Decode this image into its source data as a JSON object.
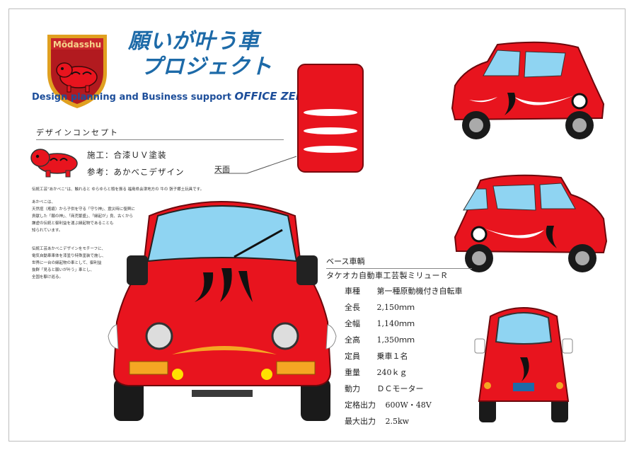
{
  "logo": {
    "brand": "Mōdasshu"
  },
  "project_title": {
    "line1": "願いが叶う車",
    "line2": "プロジェクト"
  },
  "tagline": {
    "text": "Design planning and Business support",
    "brand": "OFFICE ZERØ'S"
  },
  "concept": {
    "heading": "デザインコンセプト",
    "finish": "施工：合漆ＵＶ塗装",
    "reference": "参考：あかべこデザイン"
  },
  "top_view_label": "天面",
  "description": {
    "intro": "伝統工芸”あかべこ”は、触れると ゆらゆらと頭を振る 福島県会津地方の 牛の 張子郷土玩具です。",
    "p1": [
      "あかべこは、",
      "天然痘（疱瘡）から子供を守る「守り神」、震災時に復興に",
      "貢献した「願の神」、「商売繁盛」、「縁起が」良、古くから",
      "謙虚の伝統と御利益を運ぶ縁起物であることも",
      "知られています。"
    ],
    "p2": [
      "伝統工芸あかべこデザインをモチーフに、",
      "電気自動車車体を漆塗り特殊塗装で施し、",
      "世界に一台の縁起物の車として、御利益",
      "抜群「見ると願いが叶う」車とし、",
      "全国を駆け巡る。"
    ]
  },
  "base_vehicle": {
    "heading": "ベース車輌",
    "model": "タケオカ自動車工芸製ミリューＲ",
    "specs": [
      {
        "label": "車種",
        "value": "第一種原動機付き自転車"
      },
      {
        "label": "全長",
        "value": "2,150ｍｍ"
      },
      {
        "label": "全幅",
        "value": "1,140ｍｍ"
      },
      {
        "label": "全高",
        "value": "1,350ｍｍ"
      },
      {
        "label": "定員",
        "value": "乗車１名"
      },
      {
        "label": "重量",
        "value": "240ｋｇ"
      },
      {
        "label": "動力",
        "value": "ＤＣモーター"
      },
      {
        "label": "定格出力",
        "value": "600W・48V"
      },
      {
        "label": "最大出力",
        "value": "2.5kw"
      }
    ]
  },
  "colors": {
    "car_red": "#e8141e",
    "dark_red": "#a80c12",
    "glass": "#8fd4f2",
    "title_blue": "#1d6aa8",
    "emblem_gold": "#e0a020",
    "stripe_orange": "#f5a623"
  }
}
